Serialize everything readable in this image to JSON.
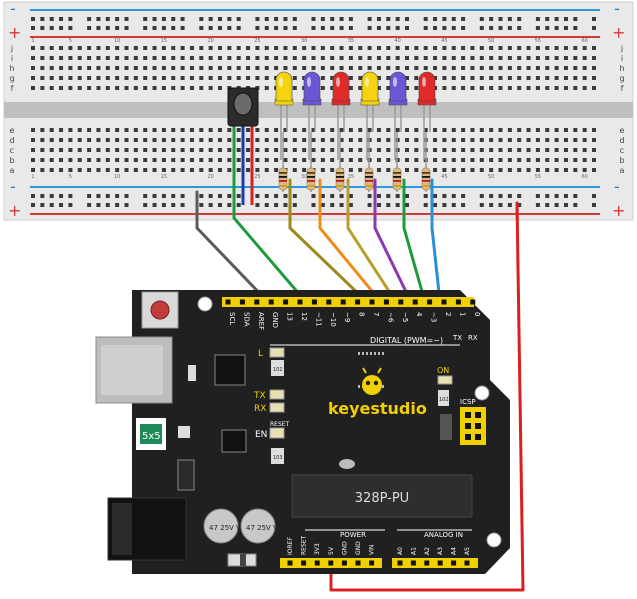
{
  "breadboard": {
    "plus": "+",
    "minus": "-",
    "column_numbers": [
      "1",
      "5",
      "10",
      "15",
      "20",
      "25",
      "30",
      "35",
      "40",
      "45",
      "50",
      "55",
      "60"
    ],
    "rows_top": [
      "j",
      "i",
      "h",
      "g",
      "f"
    ],
    "rows_bottom": [
      "e",
      "d",
      "c",
      "b",
      "a"
    ]
  },
  "leds": [
    {
      "color": "#f5d40f"
    },
    {
      "color": "#6b57d6"
    },
    {
      "color": "#e02a2a"
    },
    {
      "color": "#f5d40f"
    },
    {
      "color": "#6b57d6"
    },
    {
      "color": "#e02a2a"
    }
  ],
  "wire_colors": {
    "gnd": "#5a5a5a",
    "ir": "#1f9a3a",
    "w11": "#9b8a1a",
    "w10": "#f08a1a",
    "w9": "#b7a02a",
    "w6": "#8a3ab0",
    "w5": "#1f9a3a",
    "w3": "#2a8fd6",
    "power": "#d82020",
    "ir_vcc": "#d82020",
    "ir_gnd": "#1f3ab0"
  },
  "arduino": {
    "brand": "keyestudio",
    "chip": "328P-PU",
    "digital_label": "DIGITAL  (PWM=~)",
    "power_label": "POWER",
    "analog_label": "ANALOG IN",
    "fuse": "5x5",
    "led_l": "L",
    "led_tx": "TX",
    "led_rx": "RX",
    "led_on": "ON",
    "en": "EN",
    "reset": "RESET",
    "icsp": "ICSP",
    "cap1": "47 25V VT",
    "cap2": "47 25V VT",
    "res_102": "102",
    "res_103": "103",
    "res_102b": "102",
    "tx_arrow": "TX",
    "rx_arrow": "RX",
    "top_pins": [
      "SCL",
      "SDA",
      "AREF",
      "GND",
      "13",
      "12",
      "~11",
      "~10",
      "~9",
      "8",
      "7",
      "~6",
      "~5",
      "4",
      "~3",
      "2",
      "1",
      "0"
    ],
    "power_pins": [
      "IOREF",
      "RESET",
      "3V3",
      "5V",
      "GND",
      "GND",
      "VIN"
    ],
    "analog_pins": [
      "A0",
      "A1",
      "A2",
      "A3",
      "A4",
      "A5"
    ]
  }
}
